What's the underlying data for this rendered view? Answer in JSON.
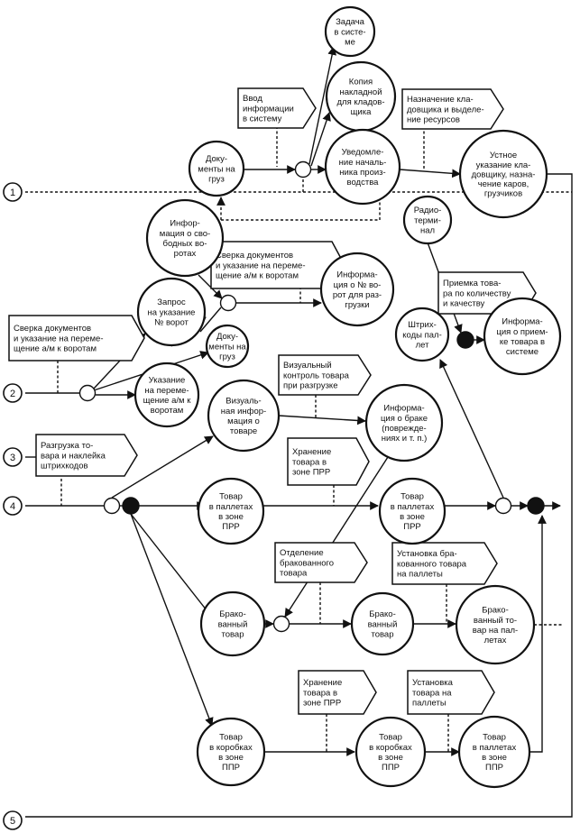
{
  "diagram": {
    "inputs": [
      {
        "id": "in1",
        "label": "1"
      },
      {
        "id": "in2",
        "label": "2"
      },
      {
        "id": "in3",
        "label": "3"
      },
      {
        "id": "in4",
        "label": "4"
      },
      {
        "id": "in5",
        "label": "5"
      }
    ],
    "nodes": [
      {
        "id": "zadacha",
        "lines": [
          "Задача",
          "в систе-",
          "ме"
        ]
      },
      {
        "id": "kopiya",
        "lines": [
          "Копия",
          "накладной",
          "для кладов-",
          "щика"
        ]
      },
      {
        "id": "uvedomlenie",
        "lines": [
          "Уведомле-",
          "ние началь-",
          "ника произ-",
          "водства"
        ]
      },
      {
        "id": "dok1",
        "lines": [
          "Доку-",
          "менты на",
          "груз"
        ]
      },
      {
        "id": "ustnoe",
        "lines": [
          "Устное",
          "указание кла-",
          "довщику, назна-",
          "чение каров,",
          "грузчиков"
        ]
      },
      {
        "id": "radio",
        "lines": [
          "Радио-",
          "терми-",
          "нал"
        ]
      },
      {
        "id": "infosvob",
        "lines": [
          "Инфор-",
          "мация о сво-",
          "бодных во-",
          "ротах"
        ]
      },
      {
        "id": "zapros",
        "lines": [
          "Запрос",
          "на указание",
          "№ ворот"
        ]
      },
      {
        "id": "infonvorot",
        "lines": [
          "Информа-",
          "ция о № во-",
          "рот для раз-",
          "грузки"
        ]
      },
      {
        "id": "shtrih",
        "lines": [
          "Штрих-",
          "коды пал-",
          "лет"
        ]
      },
      {
        "id": "infopriem",
        "lines": [
          "Информа-",
          "ция о прием-",
          "ке товара в",
          "системе"
        ]
      },
      {
        "id": "dok2",
        "lines": [
          "Доку-",
          "менты на",
          "груз"
        ]
      },
      {
        "id": "ukazanie",
        "lines": [
          "Указание",
          "на переме-",
          "щение а/м к",
          "воротам"
        ]
      },
      {
        "id": "vizinfo",
        "lines": [
          "Визуаль-",
          "ная инфор-",
          "мация о",
          "товаре"
        ]
      },
      {
        "id": "infobrak",
        "lines": [
          "Информа-",
          "ция о браке",
          "(поврежде-",
          "ниях и т. п.)"
        ]
      },
      {
        "id": "tovpal1",
        "lines": [
          "Товар",
          "в паллетах",
          "в зоне",
          "ПРР"
        ]
      },
      {
        "id": "tovpal2",
        "lines": [
          "Товар",
          "в паллетах",
          "в зоне",
          "ПРР"
        ]
      },
      {
        "id": "brak1",
        "lines": [
          "Брако-",
          "ванный",
          "товар"
        ]
      },
      {
        "id": "brak2",
        "lines": [
          "Брако-",
          "ванный",
          "товар"
        ]
      },
      {
        "id": "brak3",
        "lines": [
          "Брако-",
          "ванный то-",
          "вар на пал-",
          "летах"
        ]
      },
      {
        "id": "korob1",
        "lines": [
          "Товар",
          "в коробках",
          "в зоне",
          "ППР"
        ]
      },
      {
        "id": "korob2",
        "lines": [
          "Товар",
          "в коробках",
          "в зоне",
          "ППР"
        ]
      },
      {
        "id": "tovpal3",
        "lines": [
          "Товар",
          "в паллетах",
          "в зоне",
          "ППР"
        ]
      }
    ],
    "processes": [
      {
        "id": "vvod",
        "lines": [
          "Ввод",
          "информации",
          "в систему"
        ]
      },
      {
        "id": "naznach",
        "lines": [
          "Назначение кла-",
          "довщика и выделе-",
          "ние ресурсов"
        ]
      },
      {
        "id": "sverka1",
        "lines": [
          "Сверка документов",
          "и указание на переме-",
          "щение а/м к воротам"
        ]
      },
      {
        "id": "priemka",
        "lines": [
          "Приемка това-",
          "ра по количеству",
          "и качеству"
        ]
      },
      {
        "id": "sverka2",
        "lines": [
          "Сверка документов",
          "и указание на переме-",
          "щение а/м к воротам"
        ]
      },
      {
        "id": "vizkontrol",
        "lines": [
          "Визуальный",
          "контроль товара",
          "при разгрузке"
        ]
      },
      {
        "id": "razgruzka",
        "lines": [
          "Разгрузка то-",
          "вара и наклейка",
          "штрихкодов"
        ]
      },
      {
        "id": "hranenie1",
        "lines": [
          "Хранение",
          "товара в",
          "зоне ПРР"
        ]
      },
      {
        "id": "otdelenie",
        "lines": [
          "Отделение",
          "бракованного",
          "товара"
        ]
      },
      {
        "id": "ustanovkabrak",
        "lines": [
          "Установка бра-",
          "кованного товара",
          "на паллеты"
        ]
      },
      {
        "id": "hranenie2",
        "lines": [
          "Хранение",
          "товара в",
          "зоне ПРР"
        ]
      },
      {
        "id": "ustanovka",
        "lines": [
          "Установка",
          "товара на",
          "паллеты"
        ]
      }
    ]
  }
}
